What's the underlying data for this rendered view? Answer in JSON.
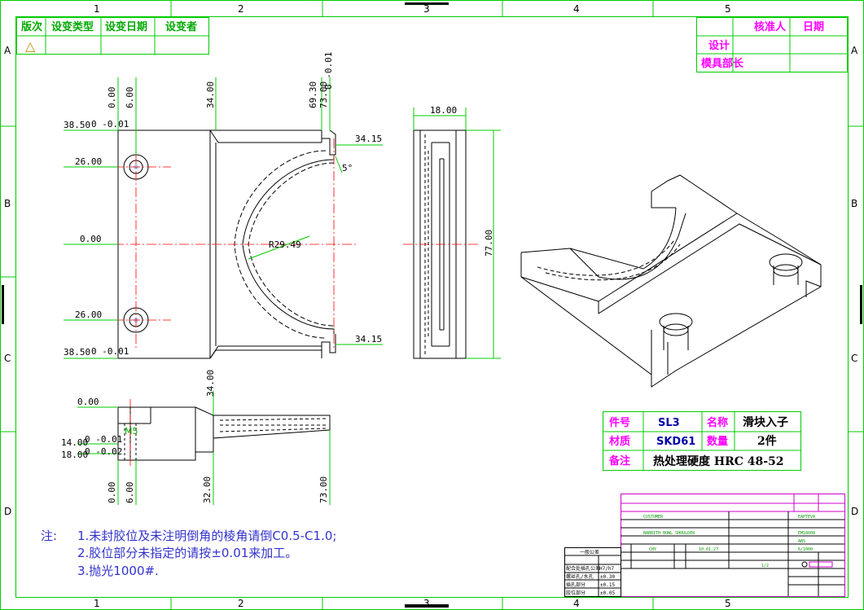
{
  "revision_table": {
    "headers": [
      "版次",
      "设变类型",
      "设变日期",
      "设变者"
    ],
    "mark": "△"
  },
  "approval_table": {
    "cols": [
      "核准人",
      "日期"
    ],
    "rows": [
      "设计",
      "模具部长"
    ]
  },
  "zones": {
    "columns": [
      "1",
      "2",
      "3",
      "4",
      "5"
    ],
    "rows": [
      "A",
      "B",
      "C",
      "D"
    ]
  },
  "dimensions": {
    "front": {
      "v_0": "0.00",
      "v_6": "6.00",
      "v_34": "34.00",
      "v_69": "69.30",
      "v_73": "73.00",
      "v_73_tol": "0 -0.01",
      "h_385_top": "38.50",
      "h_385_top_tol": "0 -0.01",
      "h_26_top": "26.00",
      "h_0": "0.00",
      "h_26_bot": "26.00",
      "h_385_bot": "38.50",
      "h_385_bot_tol": "0 -0.01",
      "r_3415_top": "34.15",
      "angle": "5°",
      "radius": "R29.49",
      "r_3415_bot": "34.15"
    },
    "side": {
      "width": "18.00",
      "height": "77.00"
    },
    "bottom": {
      "v_34": "34.00",
      "h_0": "0.00",
      "h_14": "14.00",
      "h_14_tol": "0 -0.01",
      "h_18": "18.00",
      "h_18_tol": "0 -0.02",
      "thread": "M5",
      "b_0": "0.00",
      "b_6": "6.00",
      "b_32": "32.00",
      "b_73": "73.00"
    }
  },
  "part_table": {
    "rows": [
      {
        "label": "件号",
        "value": "SL3",
        "label2": "名称",
        "value2": "滑块入子"
      },
      {
        "label": "材质",
        "value": "SKD61",
        "label2": "数量",
        "value2": "2件"
      },
      {
        "label": "备注",
        "value": "热处理硬度 HRC 48-52"
      }
    ]
  },
  "notes": {
    "prefix": "注:",
    "items": [
      "1.未封胶位及未注明倒角的棱角请倒C0.5-C1.0;",
      "2.胶位部分未指定的请按±0.01来加工。",
      "3.抛光1000#."
    ]
  },
  "title_block": {
    "tolerance_header": "一般公差",
    "tolerances": [
      {
        "label": "配合处插孔公差",
        "value": "H7/h7"
      },
      {
        "label": "螺丝孔/水孔",
        "value": "±0.30"
      },
      {
        "label": "插孔部分",
        "value": "±0.15"
      },
      {
        "label": "胶位部分",
        "value": "±0.05"
      }
    ],
    "fields": {
      "customer": "CUSTOMER",
      "title": "BARBITH BOWL SHOULDER",
      "mould_no": "EM18008",
      "material": "ABS",
      "scale": "6/1000",
      "company": "EAPTEVA",
      "date": "10.01.27",
      "designer": "CHY",
      "sheet": "1/2"
    }
  }
}
